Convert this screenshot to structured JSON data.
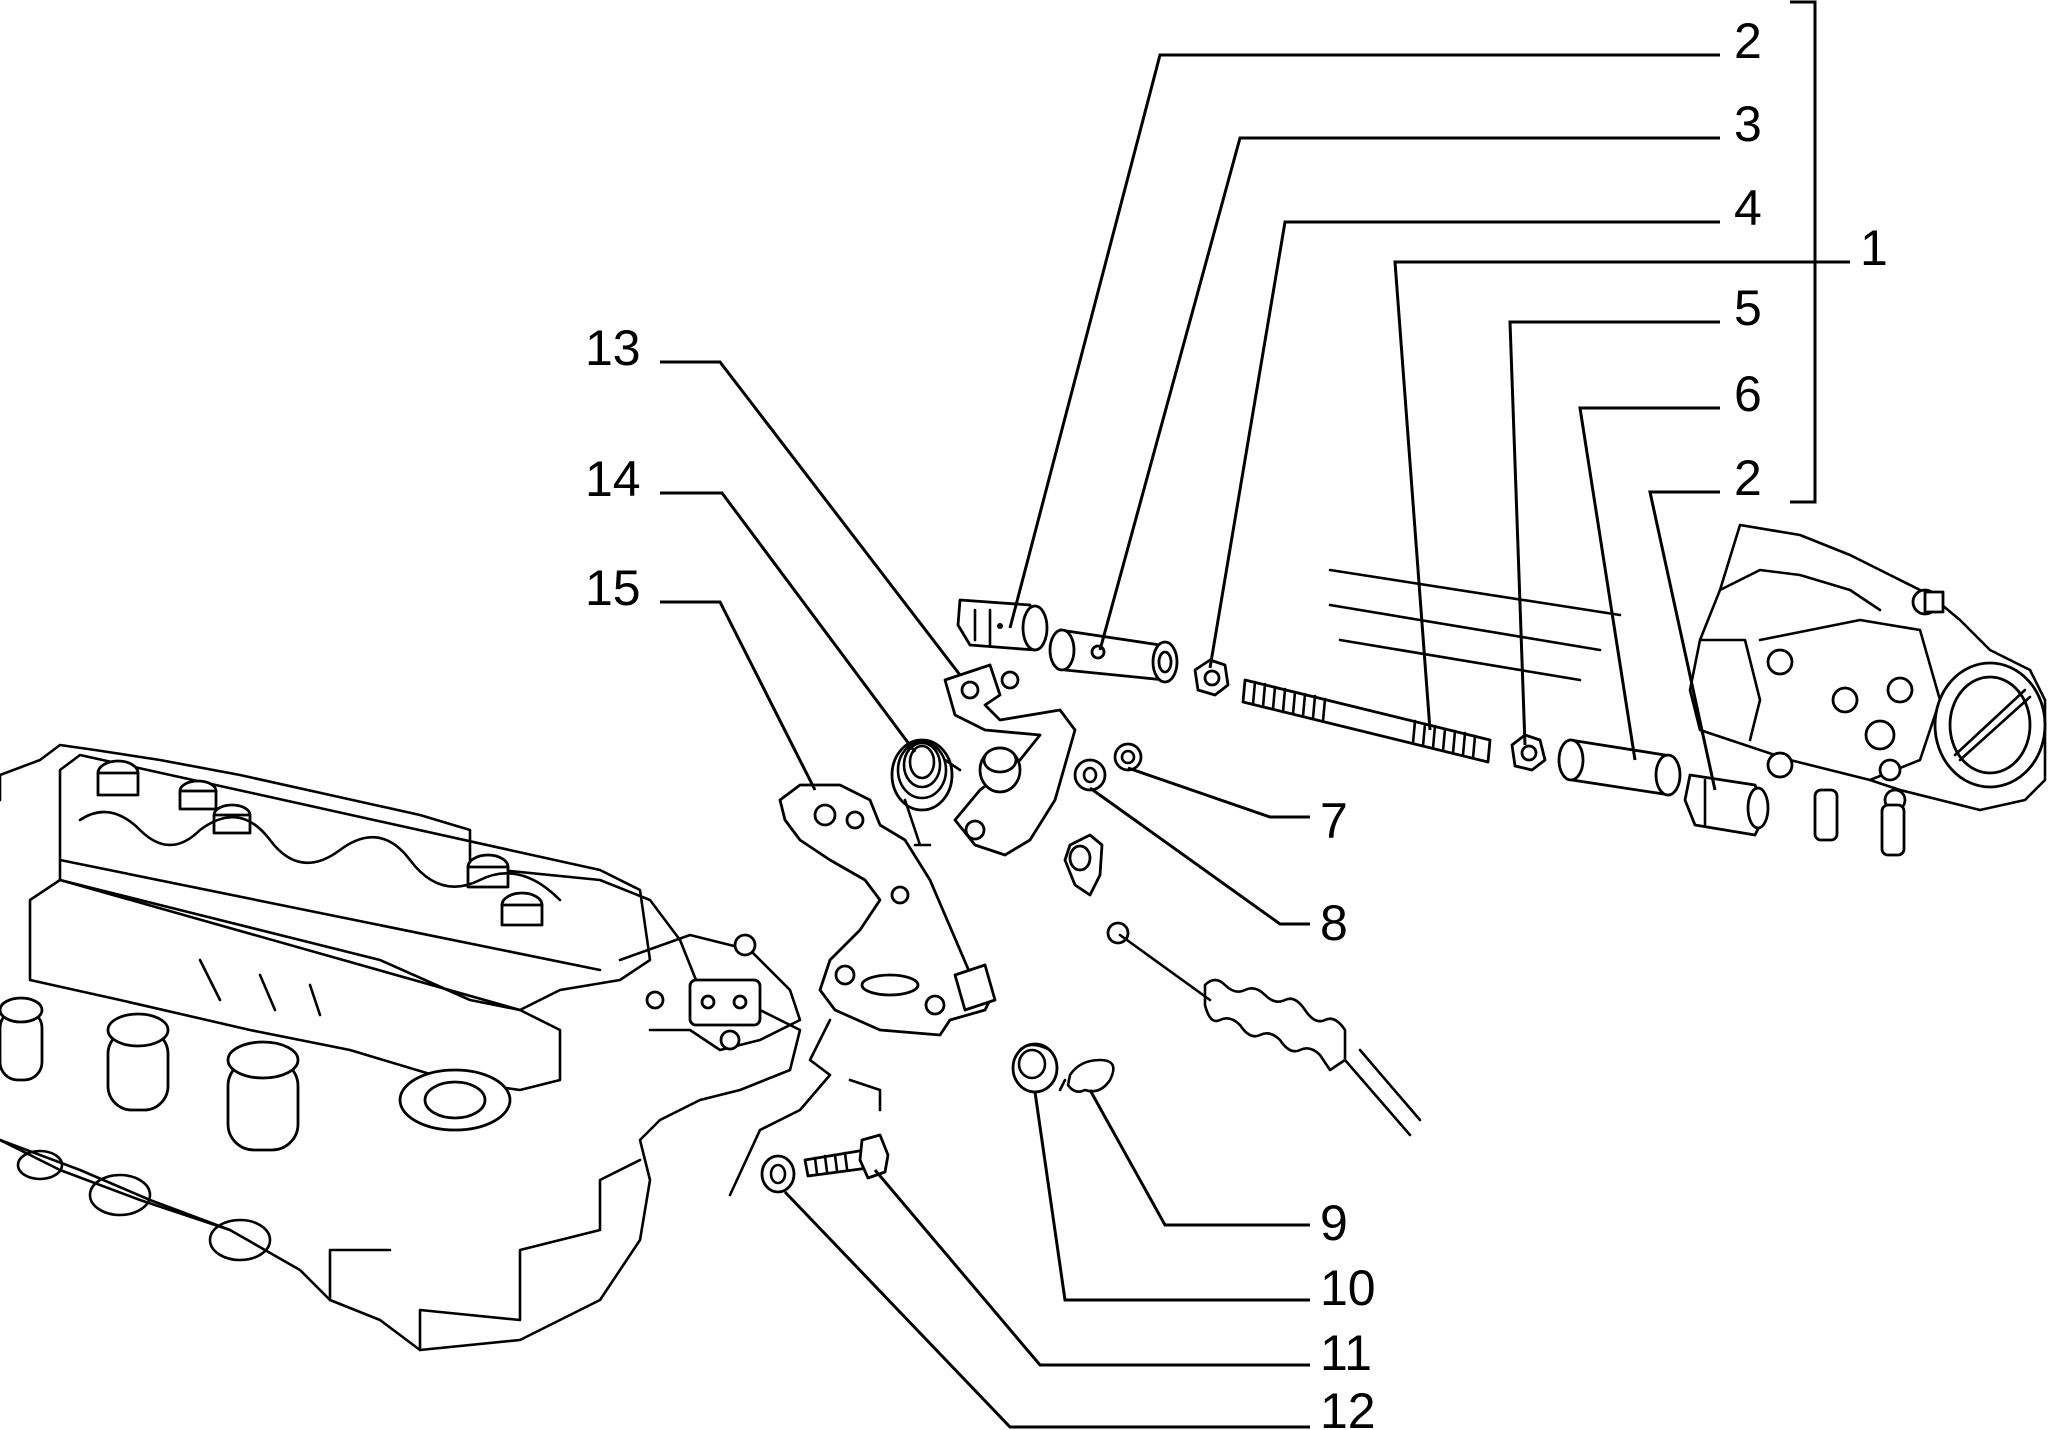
{
  "callouts": [
    {
      "id": "c2a",
      "number": "2"
    },
    {
      "id": "c3",
      "number": "3"
    },
    {
      "id": "c4",
      "number": "4"
    },
    {
      "id": "c1",
      "number": "1"
    },
    {
      "id": "c5",
      "number": "5"
    },
    {
      "id": "c6",
      "number": "6"
    },
    {
      "id": "c2b",
      "number": "2"
    },
    {
      "id": "c13",
      "number": "13"
    },
    {
      "id": "c14",
      "number": "14"
    },
    {
      "id": "c15",
      "number": "15"
    },
    {
      "id": "c7",
      "number": "7"
    },
    {
      "id": "c8",
      "number": "8"
    },
    {
      "id": "c9",
      "number": "9"
    },
    {
      "id": "c10",
      "number": "10"
    },
    {
      "id": "c11",
      "number": "11"
    },
    {
      "id": "c12",
      "number": "12"
    }
  ]
}
